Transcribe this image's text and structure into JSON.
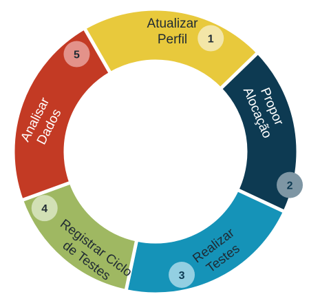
{
  "cycle": {
    "steps": [
      {
        "number": "1",
        "label_lines": [
          "Atualizar",
          "Perfil"
        ],
        "color": "#e8c93c",
        "text_color": "#1f2a33",
        "badge_color": "#f3e6a8",
        "badge_text_color": "#1f2a33"
      },
      {
        "number": "2",
        "label_lines": [
          "Propor",
          "Alocação"
        ],
        "color": "#0d3a52",
        "text_color": "#ffffff",
        "badge_color": "#7e96a4",
        "badge_text_color": "#0d3a52"
      },
      {
        "number": "3",
        "label_lines": [
          "Realizar",
          "Testes"
        ],
        "color": "#1593b8",
        "text_color": "#1f2a33",
        "badge_color": "#93cfe2",
        "badge_text_color": "#0d3a52"
      },
      {
        "number": "4",
        "label_lines": [
          "Registrar Ciclo",
          "de Testes"
        ],
        "color": "#9fb862",
        "text_color": "#1f2a33",
        "badge_color": "#d2e0b5",
        "badge_text_color": "#1f2a33"
      },
      {
        "number": "5",
        "label_lines": [
          "Analisar",
          "Dados"
        ],
        "color": "#c33a24",
        "text_color": "#ffffff",
        "badge_color": "#e3928a",
        "badge_text_color": "#1f2a33"
      }
    ]
  }
}
